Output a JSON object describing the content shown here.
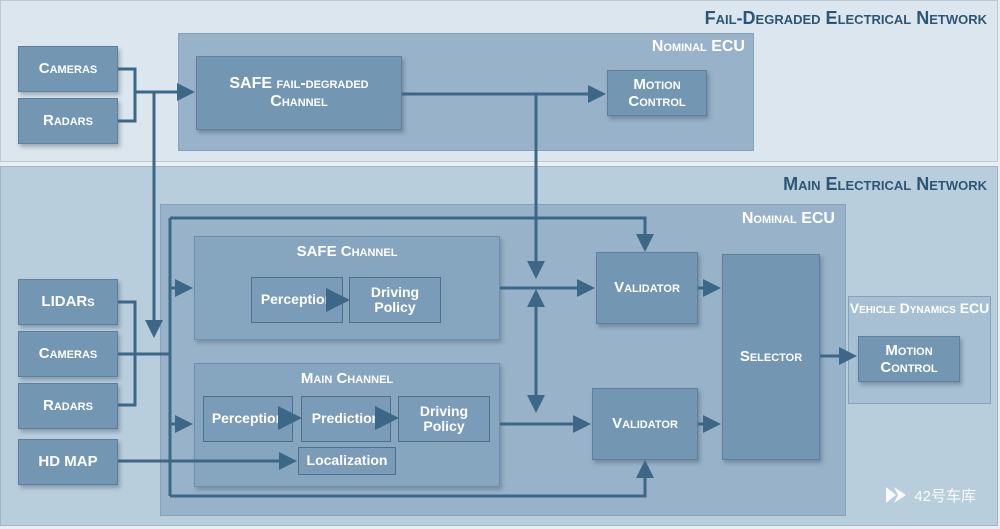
{
  "top_network": {
    "title": "Fail-Degraded Electrical Network",
    "ecu_title": "Nominal ECU",
    "inputs": [
      "Cameras",
      "Radars"
    ],
    "channel": "SAFE fail-degraded\nChannel",
    "motion_control": "Motion\nControl"
  },
  "main_network": {
    "title": "Main Electrical Network",
    "ecu_title": "Nominal ECU",
    "vd_ecu_title": "Vehicle Dynamics ECU",
    "inputs": [
      "LIDARs",
      "Cameras",
      "Radars",
      "HD MAP"
    ],
    "safe_channel": {
      "title": "SAFE Channel",
      "blocks": [
        "Perception",
        "Driving\nPolicy"
      ]
    },
    "main_channel": {
      "title": "Main Channel",
      "blocks": [
        "Perception",
        "Prediction",
        "Driving\nPolicy"
      ],
      "localization": "Localization"
    },
    "validator": "Validator",
    "selector": "Selector",
    "motion_control": "Motion\nControl"
  },
  "watermark": "42号车库"
}
